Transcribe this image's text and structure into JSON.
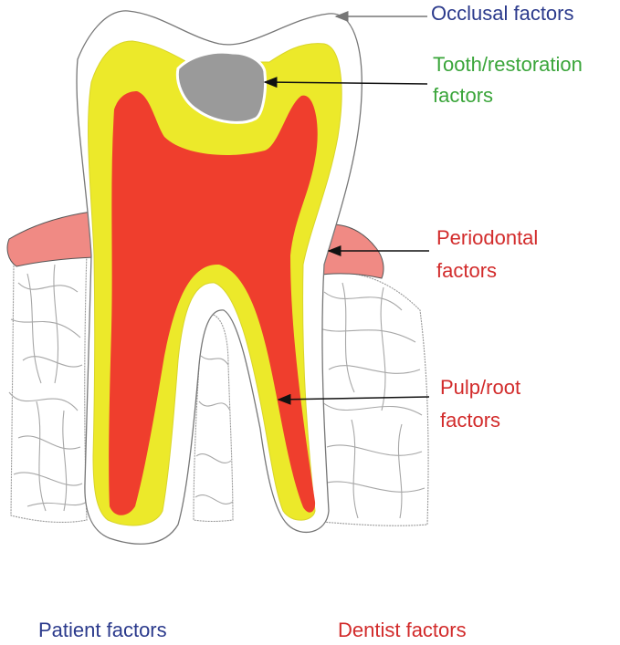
{
  "labels": {
    "occlusal": "Occlusal factors",
    "tooth_line1": "Tooth/restoration",
    "tooth_line2": "factors",
    "perio_line1": "Periodontal",
    "perio_line2": "factors",
    "pulp_line1": "Pulp/root",
    "pulp_line2": "factors",
    "patient": "Patient factors",
    "dentist": "Dentist factors"
  },
  "colors": {
    "enamel": "#ece92a",
    "pulp": "#ef3e2d",
    "restoration": "#9a9a9a",
    "gingiva": "#f08a84",
    "bone_lines": "#8a8a8a",
    "outline": "#7a7a7a",
    "occlusal_text": "#2b3a8c",
    "tooth_text": "#3aa53a",
    "red_text": "#d22b2b"
  }
}
